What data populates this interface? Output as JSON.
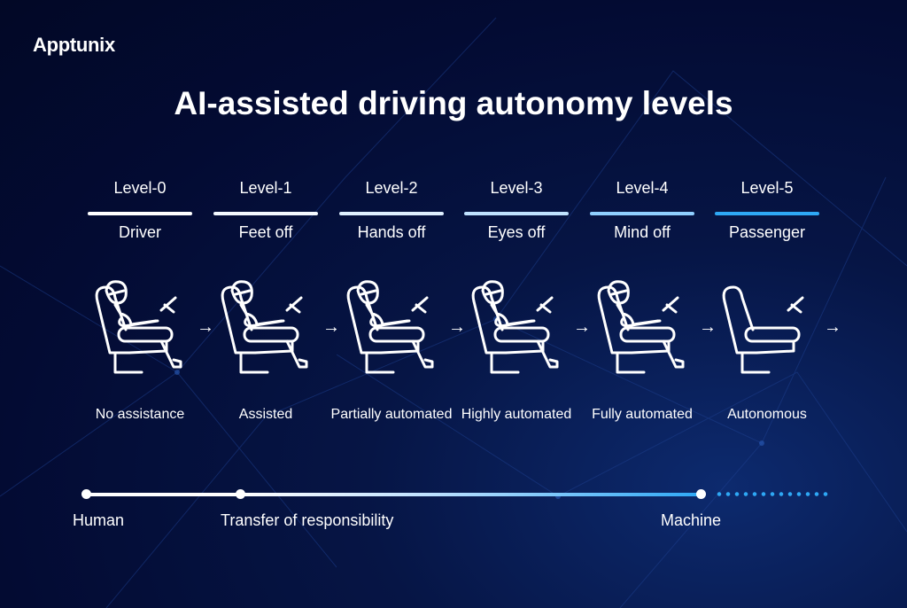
{
  "brand": "Apptunix",
  "title": "AI-assisted driving autonomy levels",
  "levels": [
    {
      "level": "Level-0",
      "role": "Driver",
      "caption": "No assistance",
      "bar_color": "#ffffff",
      "has_person": true
    },
    {
      "level": "Level-1",
      "role": "Feet off",
      "caption": "Assisted",
      "bar_color": "#f4f9ff",
      "has_person": true
    },
    {
      "level": "Level-2",
      "role": "Hands off",
      "caption": "Partially automated",
      "bar_color": "#dff0ff",
      "has_person": true
    },
    {
      "level": "Level-3",
      "role": "Eyes off",
      "caption": "Highly automated",
      "bar_color": "#bfe2ff",
      "has_person": true
    },
    {
      "level": "Level-4",
      "role": "Mind off",
      "caption": "Fully automated",
      "bar_color": "#8fcfff",
      "has_person": true
    },
    {
      "level": "Level-5",
      "role": "Passenger",
      "caption": "Autonomous",
      "bar_color": "#2ea8f5",
      "has_person": false
    }
  ],
  "arrow": "→",
  "timeline": {
    "start": "Human",
    "middle": "Transfer of responsibility",
    "end": "Machine"
  }
}
